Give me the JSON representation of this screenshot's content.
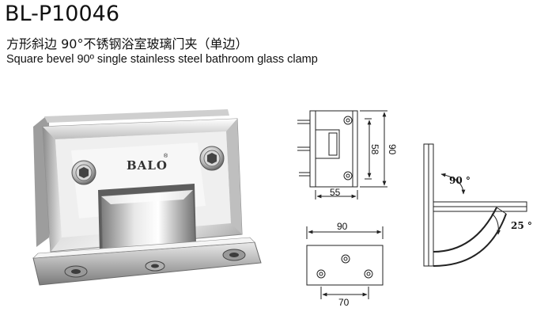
{
  "header": {
    "model": "BL-P10046",
    "title_cn": "方形斜边 90°不锈钢浴室玻璃门夹（单边）",
    "title_en": "Square bevel 90º single stainless steel bathroom glass clamp"
  },
  "product": {
    "brand": "BALO",
    "trademark": "®"
  },
  "side_view": {
    "height_outer": "90",
    "height_inner": "58",
    "width": "55"
  },
  "top_view": {
    "width_outer": "90",
    "width_inner": "70"
  },
  "angle_view": {
    "angle_main": "90 °",
    "angle_extra": "25 °"
  },
  "colors": {
    "line": "#222222",
    "metal_light": "#f4f4f4",
    "metal_dark": "#8a8a8a"
  }
}
